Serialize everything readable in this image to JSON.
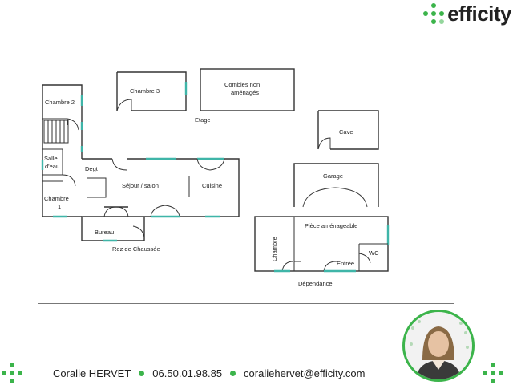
{
  "brand": {
    "name": "efficity",
    "accent_color": "#3cb44b",
    "window_color": "#3fb5a8"
  },
  "floorplan": {
    "rooms": {
      "chambre2": "Chambre 2",
      "chambre3": "Chambre 3",
      "combles_l1": "Combles non",
      "combles_l2": "aménagés",
      "salle_l1": "Salle",
      "salle_l2": "d'eau",
      "degt": "Degt",
      "chambre1_l1": "Chambre",
      "chambre1_l2": "1",
      "sejour": "Séjour / salon",
      "cuisine": "Cuisine",
      "bureau": "Bureau",
      "cave": "Cave",
      "garage": "Garage",
      "piece": "Pièce aménageable",
      "chambre_dep": "Chambre",
      "wc": "WC",
      "entree": "Entrée"
    },
    "captions": {
      "etage": "Etage",
      "rez": "Rez de Chaussée",
      "dependance": "Dépendance"
    }
  },
  "agent": {
    "name": "Coralie HERVET",
    "phone": "06.50.01.98.85",
    "email": "coraliehervet@efficity.com"
  }
}
